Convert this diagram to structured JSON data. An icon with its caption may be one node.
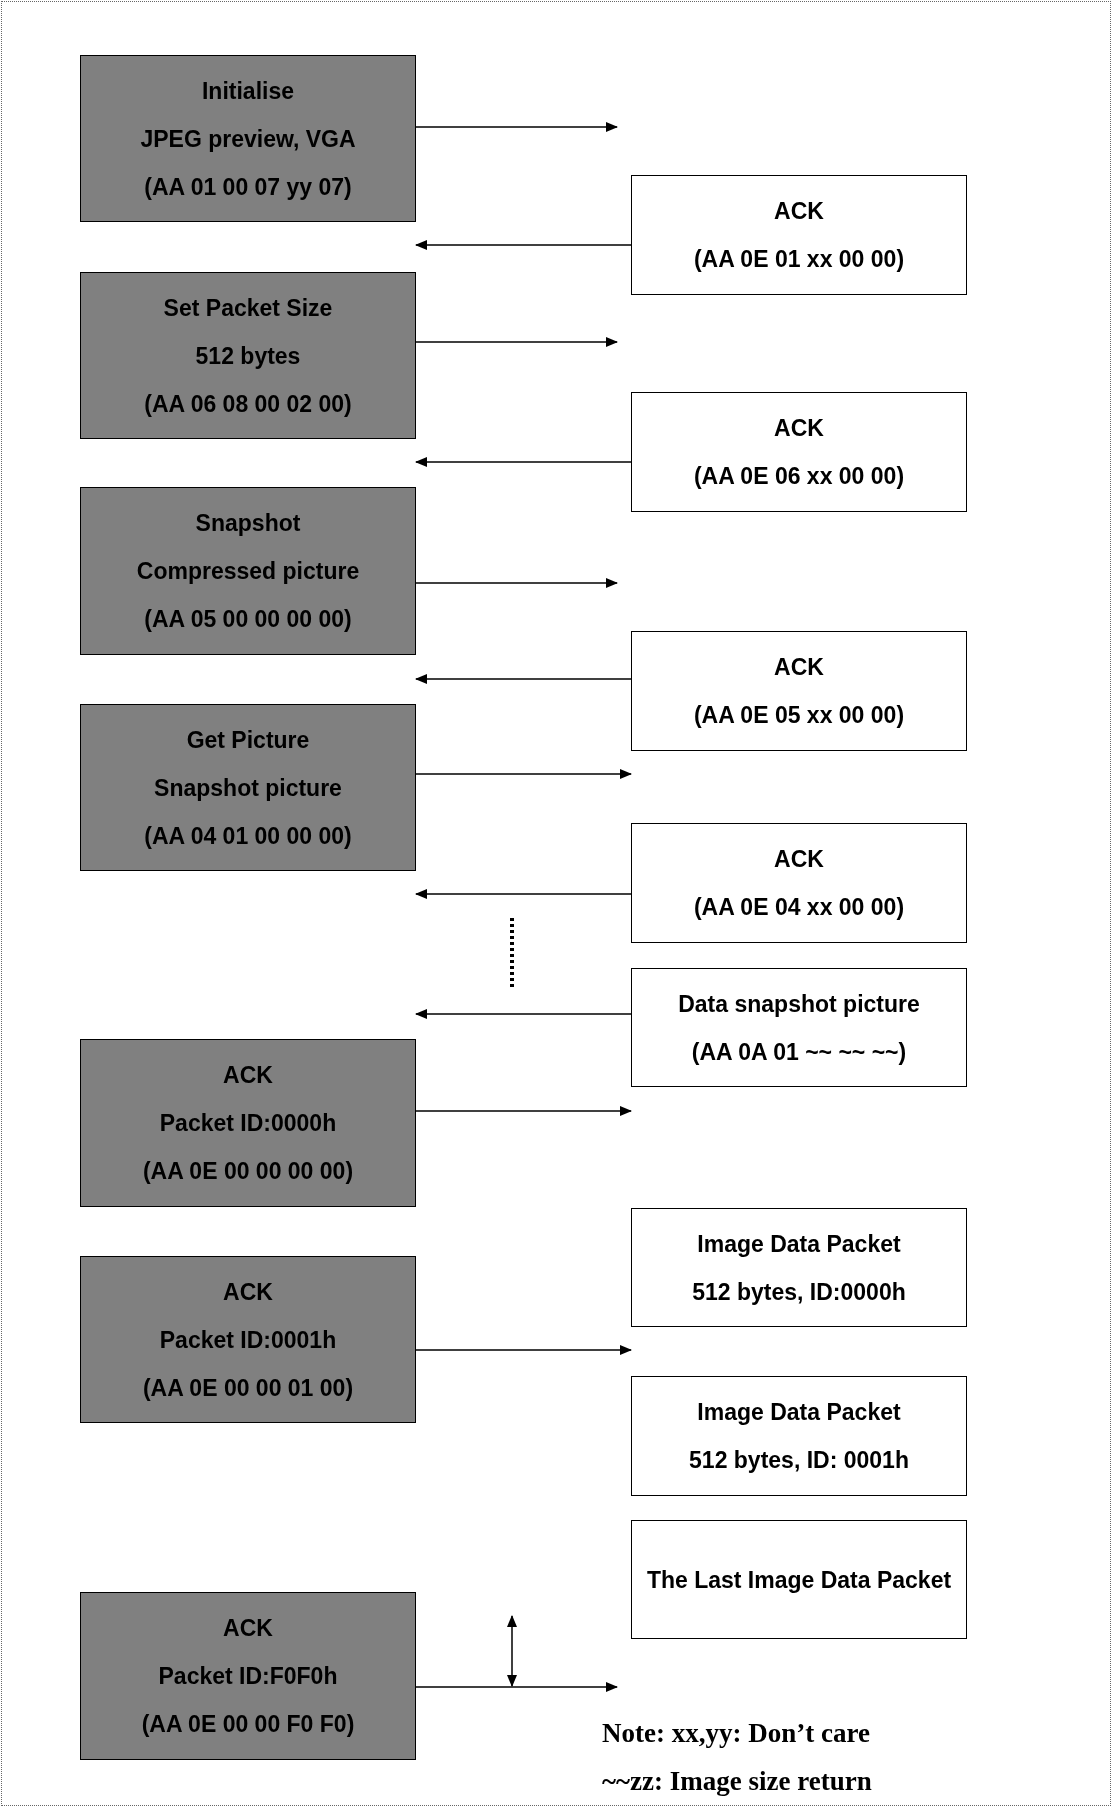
{
  "diagram": {
    "nodes": [
      {
        "text": [
          "Initialise",
          "JPEG preview, VGA",
          "(AA 01 00 07 yy 07)"
        ]
      },
      {
        "text": [
          "ACK",
          "(AA 0E 01 xx 00 00)"
        ]
      },
      {
        "text": [
          "Set Packet Size",
          "512 bytes",
          "(AA 06 08 00 02 00)"
        ]
      },
      {
        "text": [
          "ACK",
          "(AA 0E 06 xx 00 00)"
        ]
      },
      {
        "text": [
          "Snapshot",
          "Compressed picture",
          "(AA 05 00 00 00 00)"
        ]
      },
      {
        "text": [
          "ACK",
          "(AA 0E 05 xx 00 00)"
        ]
      },
      {
        "text": [
          "Get Picture",
          "Snapshot picture",
          "(AA 04 01 00 00 00)"
        ]
      },
      {
        "text": [
          "ACK",
          "(AA 0E 04 xx 00 00)"
        ]
      },
      {
        "text": [
          "Data snapshot picture",
          "(AA 0A 01 ~~ ~~ ~~)"
        ]
      },
      {
        "text": [
          "ACK",
          "Packet ID:0000h",
          "(AA 0E 00 00 00 00)"
        ]
      },
      {
        "text": [
          "Image Data Packet",
          "512 bytes, ID:0000h"
        ]
      },
      {
        "text": [
          "ACK",
          "Packet ID:0001h",
          "(AA 0E 00 00 01 00)"
        ]
      },
      {
        "text": [
          "Image Data Packet",
          "512 bytes, ID: 0001h"
        ]
      },
      {
        "text": [
          "The Last Image Data Packet"
        ]
      },
      {
        "text": [
          "ACK",
          "Packet ID:F0F0h",
          "(AA 0E 00 00 F0 F0)"
        ]
      }
    ],
    "edges": [
      {
        "from": 0,
        "to": null,
        "arrow": "to"
      },
      {
        "from": 1,
        "to": 0,
        "arrow": "to"
      },
      {
        "from": 2,
        "to": null,
        "arrow": "to"
      },
      {
        "from": 3,
        "to": 2,
        "arrow": "to"
      },
      {
        "from": 4,
        "to": null,
        "arrow": "to"
      },
      {
        "from": 5,
        "to": 6,
        "arrow": "to"
      },
      {
        "from": 6,
        "to": 5,
        "arrow": "to"
      },
      {
        "from": 7,
        "to": 6,
        "arrow": "to"
      },
      {
        "from": 8,
        "to": 9,
        "arrow": "to"
      },
      {
        "from": 9,
        "to": 8,
        "arrow": "to"
      },
      {
        "from": 11,
        "to": 10,
        "arrow": "to"
      },
      {
        "from": 14,
        "to": null,
        "arrow": "to"
      }
    ],
    "labels": [
      "Note: xx,yy: Don’t care",
      "~~zz: Image size return"
    ]
  }
}
